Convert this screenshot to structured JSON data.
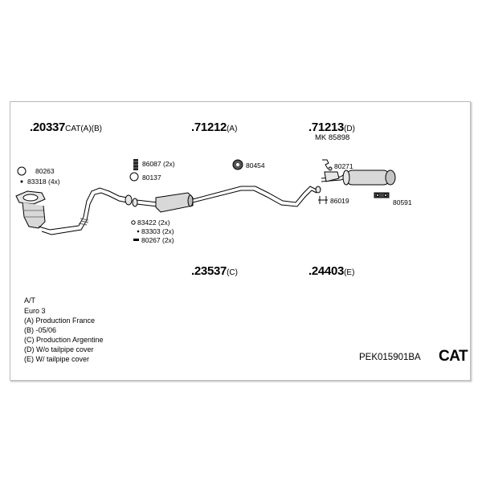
{
  "parts": {
    "p20337": {
      "number": ".20337",
      "suffix": "CAT(A)(B)"
    },
    "p71212": {
      "number": ".71212",
      "suffix": "(A)"
    },
    "p71213": {
      "number": ".71213",
      "suffix": "(D)"
    },
    "p71213_sub": "MK 85898",
    "p23537": {
      "number": ".23537",
      "suffix": "(C)"
    },
    "p24403": {
      "number": ".24403",
      "suffix": "(E)"
    }
  },
  "small_parts": {
    "s80263": "80263",
    "s83318": "83318 (4x)",
    "s86087": "86087 (2x)",
    "s80137": "80137",
    "s80454": "80454",
    "s80271": "80271",
    "s86019": "86019",
    "s80591": "80591",
    "s83422": "83422 (2x)",
    "s83303": "83303 (2x)",
    "s80267": "80267 (2x)"
  },
  "notes": [
    "A/T",
    "Euro 3",
    "(A) Production France",
    "(B) -05/06",
    "(C) Production Argentine",
    "(D) W/o tailpipe cover",
    "(E) W/ tailpipe cover"
  ],
  "kit_code": "PEK015901BA",
  "kit_type": "CAT"
}
